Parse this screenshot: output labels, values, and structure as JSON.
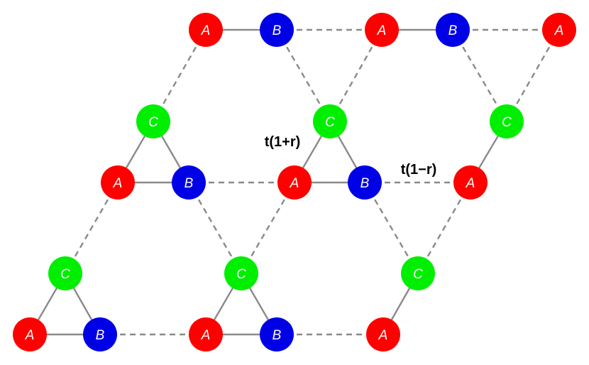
{
  "colors": {
    "A": "#ff0000",
    "B": "#0000e6",
    "C": "#00ee00",
    "bond": "#8a8a8a",
    "site_text": "#ffffff"
  },
  "site_labels": {
    "A": "A",
    "B": "B",
    "C": "C"
  },
  "annotations": {
    "intra_hopping": "t(1+r)",
    "inter_hopping": "t(1−r)"
  },
  "bond_styles": {
    "intra_cell": "solid",
    "inter_cell": "dashed"
  },
  "lattice": {
    "cell_sites": [
      "A",
      "B",
      "C"
    ],
    "cell_shape": "triangle"
  }
}
